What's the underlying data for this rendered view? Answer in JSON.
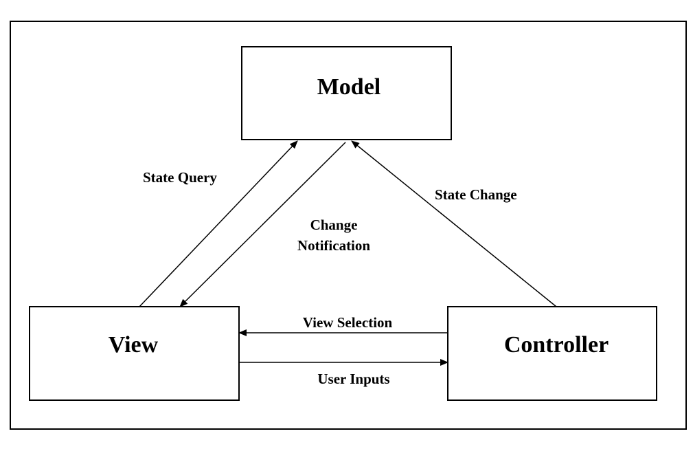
{
  "nodes": {
    "model": "Model",
    "view": "View",
    "controller": "Controller"
  },
  "edges": {
    "state_query": "State Query",
    "change_notification_line1": "Change",
    "change_notification_line2": "Notification",
    "state_change": "State Change",
    "view_selection": "View Selection",
    "user_inputs": "User Inputs"
  }
}
